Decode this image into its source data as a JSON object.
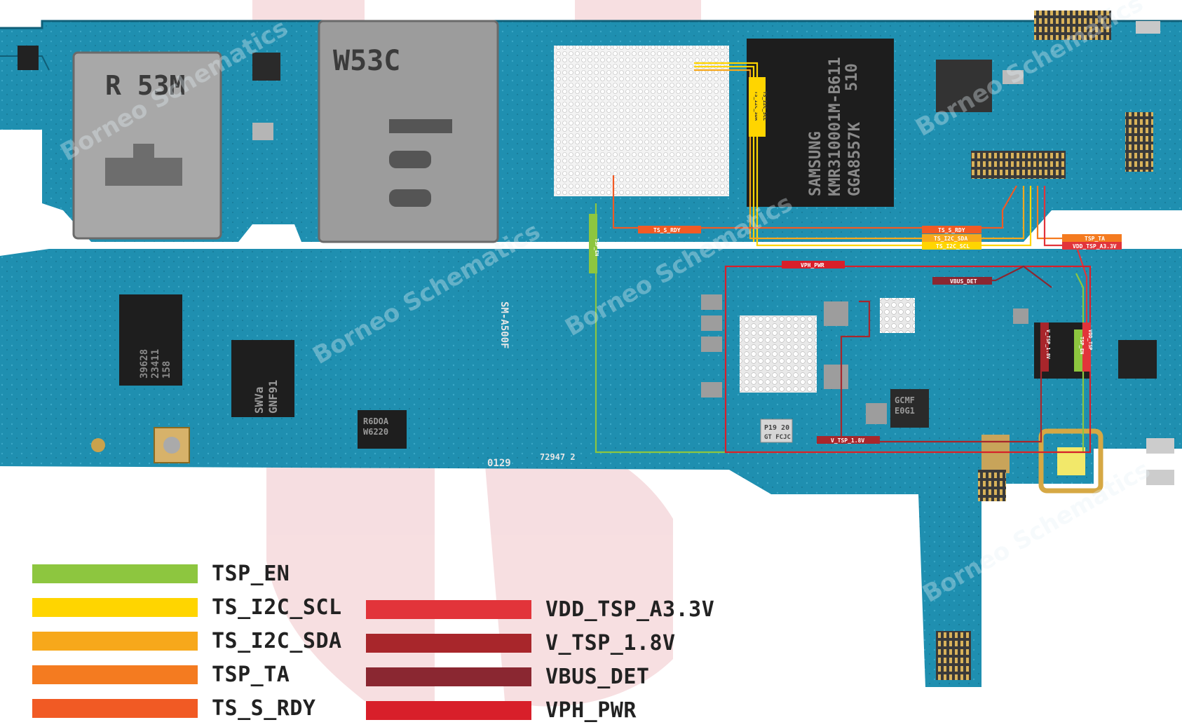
{
  "board": {
    "top_chips": {
      "sim_left": "R 53M",
      "sim_right": "W53C",
      "flash_lines": [
        "SAMSUNG",
        "KMR310001M-B611",
        "GGA8557K"
      ],
      "flash_code": "510"
    },
    "bottom_chips": {
      "chip_a": [
        "39628",
        "23411",
        "158"
      ],
      "chip_b": [
        "SWVa",
        "GNF91"
      ],
      "chip_c": [
        "R6DOA",
        "W6220"
      ],
      "crystal": [
        "P19 20",
        "GT FCJC"
      ],
      "chip_d": [
        "GCMF",
        "E0G1"
      ],
      "chip_e": [
        "0129",
        "72947 2"
      ],
      "model_mark": "SM-A500F"
    },
    "net_tags": {
      "ts_s_rdy_left": "TS_S_RDY",
      "ts_s_rdy_right": "TS_S_RDY",
      "ts_i2c_sda": "TS_I2C_SDA",
      "ts_i2c_scl": "TS_I2C_SCL",
      "tsp_ta": "TSP_TA",
      "vdd_tsp": "VDD_TSP_A3.3V",
      "vph_pwr": "VPH_PWR",
      "vbus_det": "VBUS_DET",
      "v_tsp": "V_TSP_1.8V",
      "tsp_en_vertical": "TSP_EN",
      "ts_sda_vertical": "TS_I2C_SDA",
      "ts_scl_vertical": "TS_I2C_SCL",
      "v_tsp_vertical": "V_TSP_1.8V",
      "vdd_vertical": "VDD_TSP",
      "tsp_en_vertical2": "TSP_EN"
    },
    "watermark": "Borneo Schematics"
  },
  "colors": {
    "board": "#1f8fb0",
    "board_dark": "#146f8c",
    "tsp_en": "#8dc63f",
    "ts_i2c_scl": "#ffd500",
    "ts_i2c_sda": "#f7a81b",
    "tsp_ta": "#f47b20",
    "ts_s_rdy": "#f15a24",
    "vdd_tsp_a3_3v": "#e2343a",
    "v_tsp_1_8v": "#a8262b",
    "vbus_det": "#8a2731",
    "vph_pwr": "#d81f2a"
  },
  "legend": {
    "left": [
      {
        "label": "TSP_EN",
        "color": "#8dc63f"
      },
      {
        "label": "TS_I2C_SCL",
        "color": "#ffd500"
      },
      {
        "label": "TS_I2C_SDA",
        "color": "#f7a81b"
      },
      {
        "label": "TSP_TA",
        "color": "#f47b20"
      },
      {
        "label": "TS_S_RDY",
        "color": "#f15a24"
      }
    ],
    "right": [
      {
        "label": "VDD_TSP_A3.3V",
        "color": "#e2343a"
      },
      {
        "label": "V_TSP_1.8V",
        "color": "#a8262b"
      },
      {
        "label": "VBUS_DET",
        "color": "#8a2731"
      },
      {
        "label": "VPH_PWR",
        "color": "#d81f2a"
      }
    ]
  }
}
